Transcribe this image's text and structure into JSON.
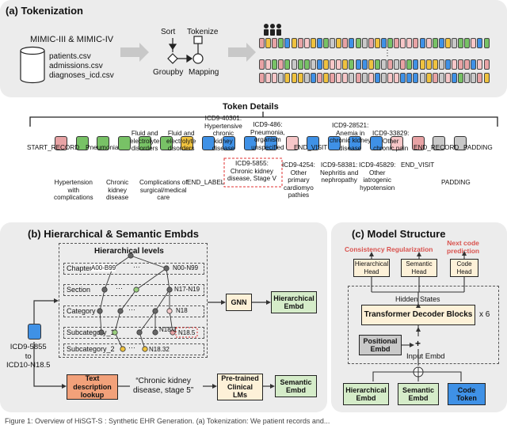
{
  "colors": {
    "pink": "#e8a3a5",
    "green": "#78c266",
    "blue": "#3f91e6",
    "yellow": "#efc23f",
    "grey": "#c9c9c9",
    "lightpink": "#f7c7c8",
    "red": "#d9534f",
    "orange": "#f2a17a",
    "lightgreen": "#d5ecc9",
    "panel": "#ececec",
    "cream": "#fdf1d8"
  },
  "panel_a": {
    "title": "(a) Tokenization",
    "source": "MIMIC-III & MIMIC-IV",
    "files": [
      "patients.csv",
      "admissions.csv",
      "diagnoses_icd.csv"
    ],
    "sort": "Sort",
    "tokenize": "Tokenize",
    "groupby": "Groupby",
    "mapping": "Mapping",
    "ellipsis": "⋮"
  },
  "token_details": {
    "title": "Token Details",
    "tokens": [
      {
        "color": "pink"
      },
      {
        "color": "green"
      },
      {
        "color": "green"
      },
      {
        "color": "green"
      },
      {
        "color": "green"
      },
      {
        "color": "green"
      },
      {
        "color": "yellow"
      },
      {
        "color": "blue"
      },
      {
        "color": "blue"
      },
      {
        "color": "blue"
      },
      {
        "color": "blue"
      },
      {
        "color": "lightpink"
      },
      {
        "color": "blue"
      },
      {
        "color": "blue"
      },
      {
        "color": "blue"
      },
      {
        "color": "blue"
      },
      {
        "color": "lightpink"
      },
      {
        "color": "pink"
      },
      {
        "color": "grey"
      },
      {
        "color": "grey"
      }
    ],
    "top_labels": [
      "START_RECORD",
      "Pneumonia",
      "Fluid and\nelectrolyte\ndisorders",
      "Fluid and\nelectrolyte\ndisorders",
      "ICD9-40301:\nHypertensive\nchronic\nkidney\ndisease",
      "ICD9-486:\nPneumonia,\norganism\nunspecified",
      "END_VISIT",
      "ICD9-28521:\nAnemia in\nchronic kidney\ndisease",
      "ICD9-33829:\nOther\nchronic pain",
      "END_RECORD",
      "PADDING"
    ],
    "bottom_labels": [
      "Hypertension\nwith\ncomplications",
      "Chronic\nkidney\ndisease",
      "Complications of\nsurgical/medical\ncare",
      "END_LABEL",
      "ICD9-5855:\nChronic kidney\ndisease, Stage V",
      "ICD9-4254:\nOther\nprimary\ncardiomyo\npathies",
      "ICD9-58381:\nNephritis and\nnephropathy",
      "ICD9-45829:\nOther\niatrogenic\nhypotension",
      "END_VISIT",
      "PADDING"
    ]
  },
  "panel_b": {
    "title": "(b) Hierarchical & Semantic Embds",
    "hier_title": "Hierarchical levels",
    "levels": [
      "Chapter",
      "Section",
      "Category",
      "Subcategory_1",
      "Subcategory_2"
    ],
    "chapter_codes": [
      "A00-B99",
      "N00-N99"
    ],
    "section_code": "N17-N19",
    "category_code": "N18",
    "sub1_codes": [
      "N18.3",
      "N18.5"
    ],
    "sub2_code": "N18.32",
    "dots": "···",
    "gnn": "GNN",
    "hier_embd": "Hierarchical\nEmbd",
    "code_from": "ICD9-5855\nto\nICD10-N18.5",
    "text_lookup": "Text\ndescription\nlookup",
    "quote": "“Chronic kidney\ndisease, stage 5”",
    "pretrained": "Pre-trained\nClinical\nLMs",
    "sem_embd": "Semantic\nEmbd"
  },
  "panel_c": {
    "title": "(c) Model Structure",
    "next_code": "Next code\nprediction",
    "consistency": "Consistency Regularization",
    "heads": [
      "Hierarchical\nHead",
      "Semantic\nHead",
      "Code\nHead"
    ],
    "hidden_states": "Hidden States",
    "decoder": "Transformer Decoder Blocks",
    "times": "x 6",
    "positional": "Positional\nEmbd",
    "input_embd": "Input Embd",
    "bottom_boxes": [
      "Hierarchical\nEmbd",
      "Semantic\nEmbd",
      "Code\nToken"
    ],
    "plus": "+"
  },
  "caption": "Figure 1: Overview of HiSGT-S : Synthetic EHR Generation. (a) Tokenization: We patient records and..."
}
